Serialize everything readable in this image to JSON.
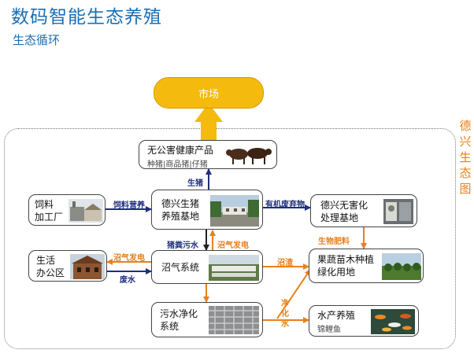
{
  "header": {
    "title": "数码智能生态养殖",
    "subtitle": "生态循环"
  },
  "side_label": "德兴生态图",
  "market": {
    "label": "市场"
  },
  "nodes": {
    "healthy_products": {
      "line1": "无公害健康产品",
      "line2": "种猪|商品猪|仔猪"
    },
    "feed_factory": {
      "line1": "饲料",
      "line2": "加工厂"
    },
    "pig_farm": {
      "line1": "德兴生猪",
      "line2": "养殖基地"
    },
    "treatment": {
      "line1": "德兴无害化",
      "line2": "处理基地"
    },
    "living_office": {
      "line1": "生活",
      "line2": "办公区"
    },
    "biogas": {
      "line1": "沼气系统"
    },
    "orchard": {
      "line1": "果蔬苗木种植",
      "line2": "绿化用地"
    },
    "sewage": {
      "line1": "污水净化",
      "line2": "系统"
    },
    "aquaculture": {
      "line1": "水产养殖",
      "line2": "锦鲤鱼"
    }
  },
  "arrow_labels": {
    "live_pigs": "生猪",
    "feed_nutrition": "饲料营养",
    "organic_waste": "有机废弃物",
    "manure_sewage": "猪粪污水",
    "biogas_power_up": "沼气发电",
    "biogas_power_left": "沼气发电",
    "waste_water": "废水",
    "biogas_residue": "沼渣",
    "bio_fertilizer": "生物肥料",
    "purified_water": "净化水"
  },
  "colors": {
    "title": "#1a6fb5",
    "market": "#f5ba0e",
    "navy_arrow": "#1f2f7a",
    "orange_arrow": "#e8801a"
  }
}
